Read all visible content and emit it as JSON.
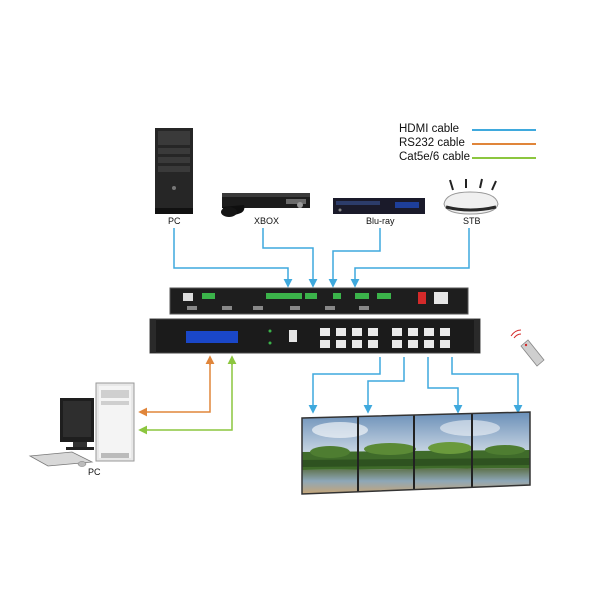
{
  "legend": {
    "items": [
      {
        "label": "HDMI cable",
        "color": "#3fa9dd"
      },
      {
        "label": "RS232 cable",
        "color": "#e0853a"
      },
      {
        "label": "Cat5e/6 cable",
        "color": "#8cc63f"
      }
    ]
  },
  "sources": [
    {
      "label": "PC",
      "icon": "pc-tower-icon"
    },
    {
      "label": "XBOX",
      "icon": "game-console-icon"
    },
    {
      "label": "Blu-ray",
      "icon": "bluray-player-icon"
    },
    {
      "label": "STB",
      "icon": "router-stb-icon"
    }
  ],
  "controller": {
    "label": "PC",
    "icon": "desktop-pc-icon"
  },
  "remote": {
    "icon": "remote-control-icon"
  },
  "colors": {
    "device_dark": "#1e1e1e",
    "panel_screen": "#1a47c8",
    "wire_hdmi": "#3fa9dd",
    "wire_rs232": "#e0853a",
    "wire_cat": "#8cc63f"
  }
}
